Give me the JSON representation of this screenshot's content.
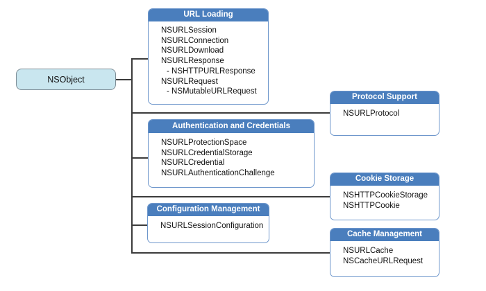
{
  "root": {
    "label": "NSObject"
  },
  "groups": {
    "url_loading": {
      "title": "URL Loading",
      "items": [
        "NSURLSession",
        "NSURLConnection",
        "NSURLDownload",
        "NSURLResponse",
        "- NSHTTPURLResponse",
        "NSURLRequest",
        "- NSMutableURLRequest"
      ]
    },
    "protocol_support": {
      "title": "Protocol Support",
      "items": [
        "NSURLProtocol"
      ]
    },
    "authentication": {
      "title": "Authentication and Credentials",
      "items": [
        "NSURLProtectionSpace",
        "NSURLCredentialStorage",
        "NSURLCredential",
        "NSURLAuthenticationChallenge"
      ]
    },
    "cookie_storage": {
      "title": "Cookie Storage",
      "items": [
        "NSHTTPCookieStorage",
        "NSHTTPCookie"
      ]
    },
    "configuration_management": {
      "title": "Configuration Management",
      "items": [
        "NSURLSessionConfiguration"
      ]
    },
    "cache_management": {
      "title": "Cache Management",
      "items": [
        "NSURLCache",
        "NSCacheURLRequest"
      ]
    }
  },
  "colors": {
    "group_header_blue": "#4a7ebd",
    "group_border_blue": "#6d96cb",
    "root_fill": "#c9e6ef",
    "root_border": "#7e8d96",
    "connector": "#3b3b3b"
  }
}
